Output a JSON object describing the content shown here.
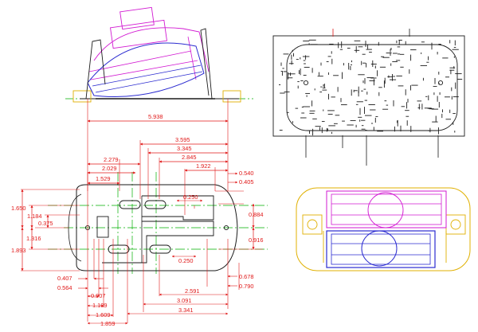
{
  "drawing": {
    "colors": {
      "dim": "#e01818",
      "outline": "#1a1a1a",
      "center": "#00b000",
      "magenta": "#d21ad2",
      "blue": "#2b2bd0",
      "yellow": "#e0b000"
    },
    "dims": {
      "overall": "5.938",
      "h3595": "3.595",
      "h3345": "3.345",
      "h2845": "2.845",
      "h2279": "2.279",
      "h2029": "2.029",
      "h1922": "1.922",
      "h1529": "1.529",
      "h0540": "0.540",
      "h0405": "0.405",
      "h0250a": "0.250",
      "h0250b": "0.250",
      "v1650": "1.650",
      "v1184": "1.184",
      "v0375": "0.375",
      "v1316": "1.316",
      "v1893": "1.893",
      "v0884": "0.884",
      "v0916": "0.916",
      "b0407": "0.407",
      "b0564": "0.564",
      "b0907": "0.907",
      "b1109": "1.109",
      "b1609": "1.609",
      "b1859": "1.859",
      "b2591": "2.591",
      "b3091": "3.091",
      "b3341": "3.341",
      "b0678": "0.678",
      "b0790": "0.790"
    }
  }
}
